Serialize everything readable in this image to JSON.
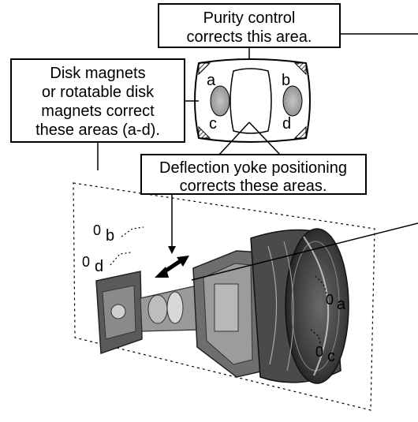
{
  "callouts": {
    "purity": {
      "line1": "Purity control",
      "line2": "corrects this area."
    },
    "disk": {
      "line1": "Disk magnets",
      "line2": "or rotatable disk",
      "line3": "magnets correct",
      "line4": "these areas (a-d)."
    },
    "yoke": {
      "line1": "Deflection yoke positioning",
      "line2": "corrects these areas."
    }
  },
  "screen_labels": {
    "a": "a",
    "b": "b",
    "c": "c",
    "d": "d"
  },
  "magnet_labels": {
    "b": "b",
    "d": "d",
    "a": "a",
    "c": "c"
  },
  "magnet_symbol": "0"
}
